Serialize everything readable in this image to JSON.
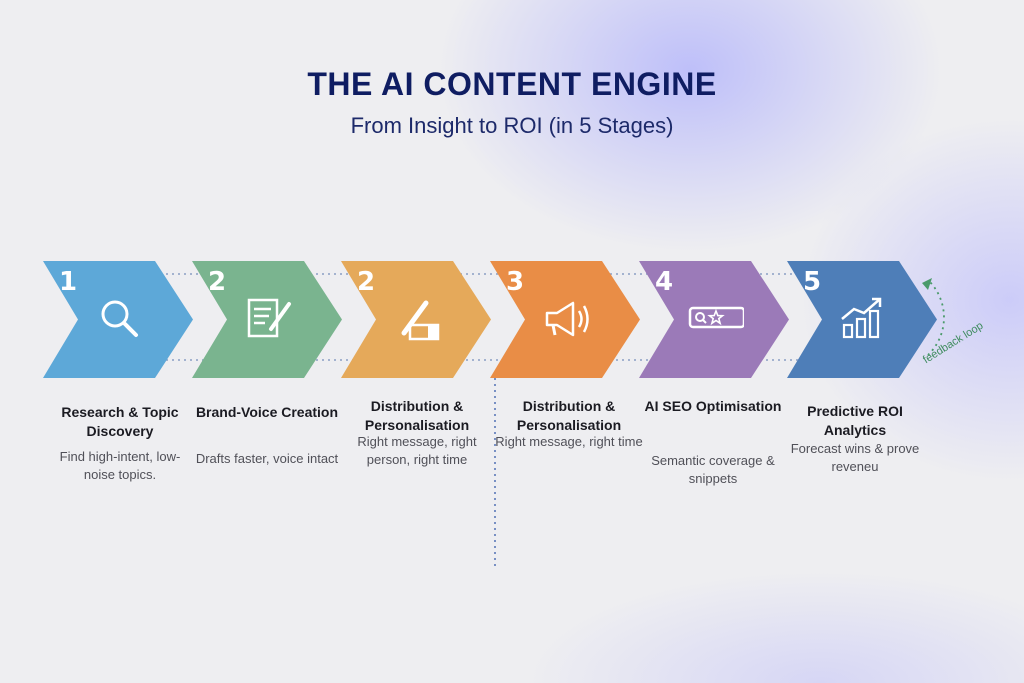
{
  "header": {
    "title": "THE AI CONTENT ENGINE",
    "subtitle": "From Insight to ROI (in 5 Stages)"
  },
  "stages": [
    {
      "number": "1",
      "label": "Research & Topic Discovery",
      "description": "Find high-intent, low-noise topics.",
      "color": "#5da8d8",
      "icon": "magnifier-icon"
    },
    {
      "number": "2",
      "label": "Brand-Voice Creation",
      "description": "Drafts faster, voice intact",
      "color": "#7ab48f",
      "icon": "document-pen-icon"
    },
    {
      "number": "2",
      "label": "Distribution & Personalisation",
      "description": "Right message, right person, right time",
      "color": "#e5a95a",
      "icon": "pencil-eraser-icon"
    },
    {
      "number": "3",
      "label": "Distribution & Personalisation",
      "description": "Right message, right time",
      "color": "#e98d46",
      "icon": "megaphone-icon"
    },
    {
      "number": "4",
      "label": "AI SEO Optimisation",
      "description": "Semantic coverage & snippets",
      "color": "#9b7ab8",
      "icon": "search-bar-star-icon"
    },
    {
      "number": "5",
      "label": "Predictive ROI Analytics",
      "description": "Forecast wins & prove reveneu",
      "color": "#4e7eb8",
      "icon": "growth-chart-icon"
    }
  ],
  "feedback_label": "feedback loop",
  "colors": {
    "title": "#0f1d62",
    "feedback": "#3f8c5f"
  }
}
